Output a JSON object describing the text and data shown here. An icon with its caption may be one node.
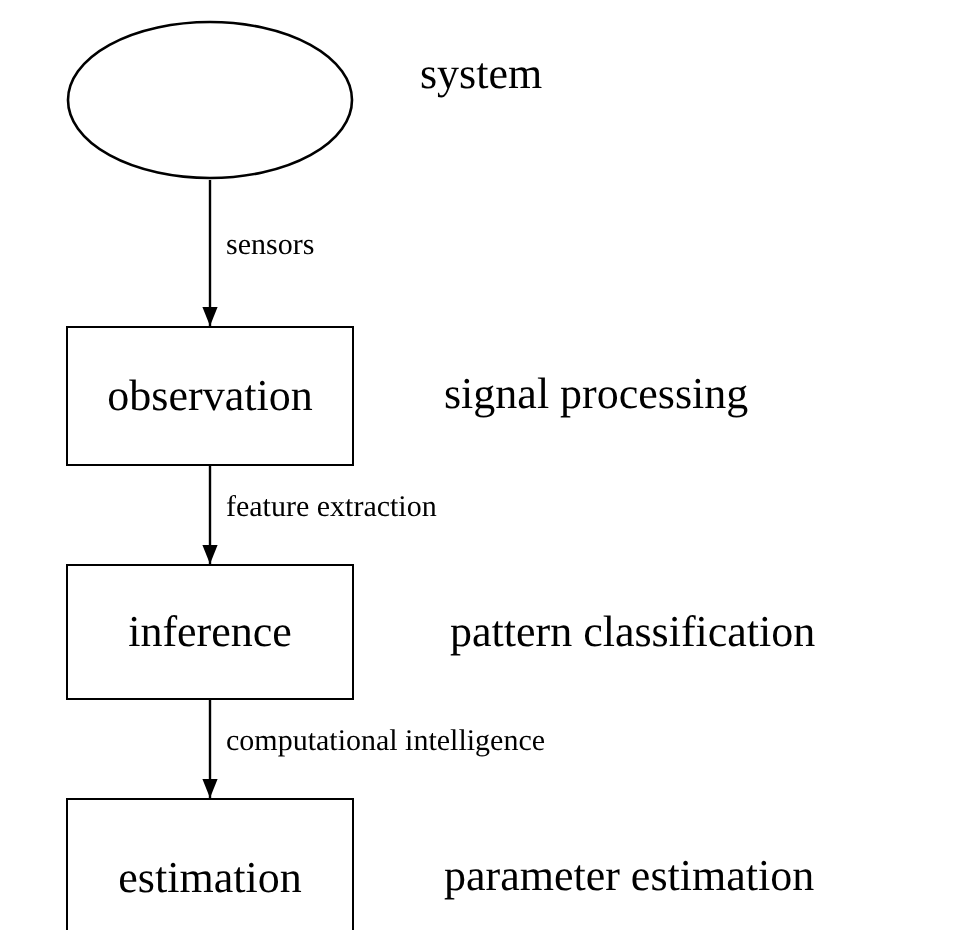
{
  "diagram": {
    "nodes": [
      {
        "text": [],
        "shape": "ellipse",
        "beside": [
          "system"
        ]
      },
      {
        "text": [
          "observation"
        ],
        "beside": [
          "signal processing"
        ]
      },
      {
        "text": [
          "inference"
        ],
        "beside": [
          "pattern classification"
        ]
      },
      {
        "text": [
          "estimation"
        ],
        "beside": [
          "parameter estimation"
        ]
      }
    ],
    "edges": [
      {
        "from": 0,
        "to": 1,
        "arrow": "to",
        "label": "sensors"
      },
      {
        "from": 1,
        "to": 2,
        "arrow": "to",
        "label": "feature extraction"
      },
      {
        "from": 2,
        "to": 3,
        "arrow": "to",
        "label": "computational intelligence"
      }
    ]
  }
}
